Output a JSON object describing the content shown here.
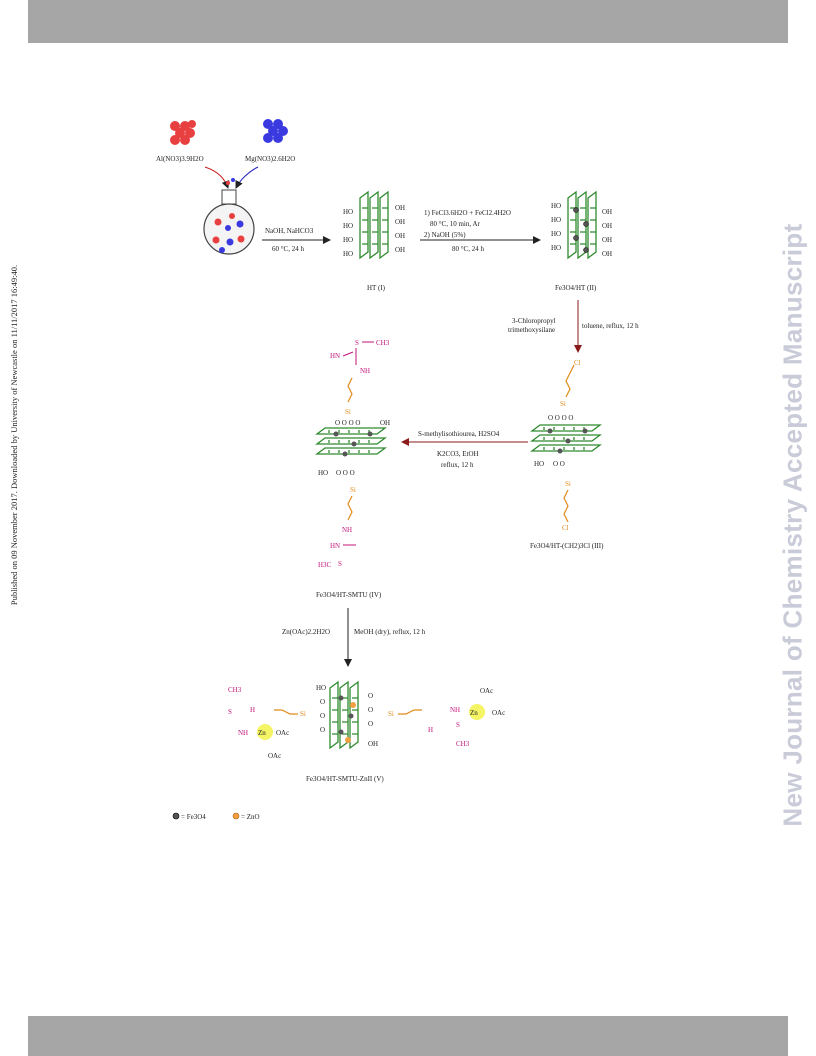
{
  "header": {
    "color": "#a6a6a6"
  },
  "footer": {
    "color": "#a6a6a6"
  },
  "side_note": "Published on 09 November 2017. Downloaded by University of Newcastle on 11/11/2017 16:49:40.",
  "watermark": "New Journal of Chemistry Accepted Manuscript",
  "reagents": {
    "al": "Al(NO3)3.9H2O",
    "mg": "Mg(NO3)2.6H2O"
  },
  "steps": {
    "s1_reagent": "NaOH, NaHCO3",
    "s1_cond": "60 °C, 24 h",
    "s2_line1": "1) FeCl3.6H2O + FeCl2.4H2O",
    "s2_line2": "80 °C, 10 min, Ar",
    "s2_line3": "2) NaOH (5%)",
    "s2_cond": "80 °C, 24 h",
    "s3_reagent1": "3-Chloropropyl",
    "s3_reagent2": "trimethoxysilane",
    "s3_cond": "toluene, reflux, 12 h",
    "s4_reagent": "S-methylisothiourea, H2SO4",
    "s4_cond1": "K2CO3, EtOH",
    "s4_cond2": "reflux, 12 h",
    "s5_reagent": "Zn(OAc)2.2H2O",
    "s5_cond": "MeOH (dry), reflux, 12 h"
  },
  "compounds": {
    "c1": "HT (I)",
    "c2": "Fe3O4/HT (II)",
    "c3": "Fe3O4/HT-(CH2)3Cl (III)",
    "c4": "Fe3O4/HT-SMTU (IV)",
    "c5": "Fe3O4/HT-SMTU-ZnII (V)"
  },
  "legend": {
    "fe": "= Fe3O4",
    "zn": "= ZnO"
  },
  "colors": {
    "arrow": "#8b1a1a",
    "layer": "#2f8a2f",
    "linker": "#e08a1a",
    "ligand": "#c0147a",
    "zn": "#f2f24a"
  }
}
